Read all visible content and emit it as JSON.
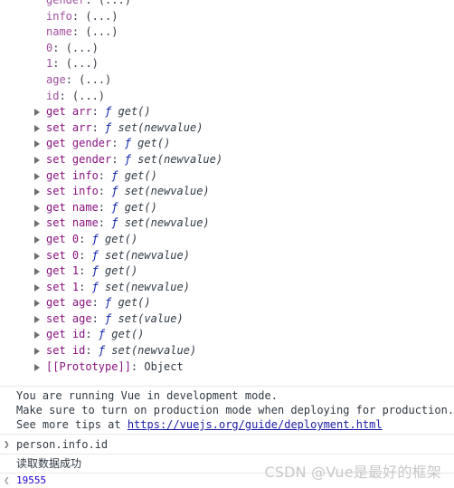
{
  "top_props": [
    {
      "key": "gender",
      "value": "(...)"
    },
    {
      "key": "info",
      "value": "(...)"
    },
    {
      "key": "name",
      "value": "(...)"
    },
    {
      "key": "0",
      "value": "(...)"
    },
    {
      "key": "1",
      "value": "(...)"
    },
    {
      "key": "age",
      "value": "(...)"
    },
    {
      "key": "id",
      "value": "(...)"
    }
  ],
  "accessors": [
    {
      "key": "get arr",
      "f": "ƒ",
      "sig": "get()"
    },
    {
      "key": "set arr",
      "f": "ƒ",
      "sig": "set(newvalue)"
    },
    {
      "key": "get gender",
      "f": "ƒ",
      "sig": "get()"
    },
    {
      "key": "set gender",
      "f": "ƒ",
      "sig": "set(newvalue)"
    },
    {
      "key": "get info",
      "f": "ƒ",
      "sig": "get()"
    },
    {
      "key": "set info",
      "f": "ƒ",
      "sig": "set(newvalue)"
    },
    {
      "key": "get name",
      "f": "ƒ",
      "sig": "get()"
    },
    {
      "key": "set name",
      "f": "ƒ",
      "sig": "set(newvalue)"
    },
    {
      "key": "get 0",
      "f": "ƒ",
      "sig": "get()"
    },
    {
      "key": "set 0",
      "f": "ƒ",
      "sig": "set(newvalue)"
    },
    {
      "key": "get 1",
      "f": "ƒ",
      "sig": "get()"
    },
    {
      "key": "set 1",
      "f": "ƒ",
      "sig": "set(newvalue)"
    },
    {
      "key": "get age",
      "f": "ƒ",
      "sig": "get()"
    },
    {
      "key": "set age",
      "f": "ƒ",
      "sig": "set(value)"
    },
    {
      "key": "get id",
      "f": "ƒ",
      "sig": "get()"
    },
    {
      "key": "set id",
      "f": "ƒ",
      "sig": "set(newvalue)"
    }
  ],
  "prototype": {
    "key": "[[Prototype]]",
    "value": "Object"
  },
  "vue_message": {
    "line1": "You are running Vue in development mode.",
    "line2": "Make sure to turn on production mode when deploying for production.",
    "line3_prefix": "See more tips at ",
    "line3_link": "https://vuejs.org/guide/deployment.html"
  },
  "console_input": "person.info.id",
  "log_message": "读取数据成功",
  "result_value": "19555",
  "watermark": "CSDN @Vue是最好的框架"
}
